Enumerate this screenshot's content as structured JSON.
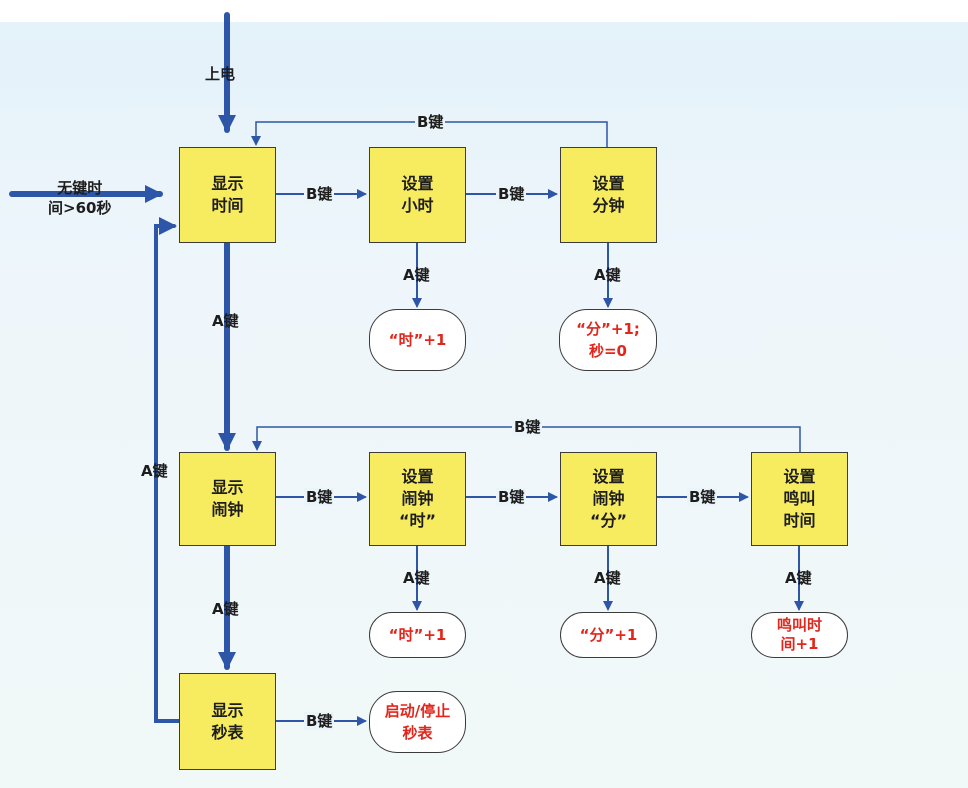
{
  "boxes": {
    "display_time": [
      "显示",
      "时间"
    ],
    "set_hour": [
      "设置",
      "小时"
    ],
    "set_minute": [
      "设置",
      "分钟"
    ],
    "display_alarm": [
      "显示",
      "闹钟"
    ],
    "set_alarm_hour": [
      "设置",
      "闹钟",
      "“时”"
    ],
    "set_alarm_minute": [
      "设置",
      "闹钟",
      "“分”"
    ],
    "set_ring_time": [
      "设置",
      "鸣叫",
      "时间"
    ],
    "display_stopwatch": [
      "显示",
      "秒表"
    ]
  },
  "results": {
    "hour_plus": [
      "“时”+1"
    ],
    "minute_plus": [
      "“分”+1;",
      "秒=0"
    ],
    "alarm_hour_plus": [
      "“时”+1"
    ],
    "alarm_minute_plus": [
      "“分”+1"
    ],
    "ring_plus": [
      "鸣叫时",
      "间+1"
    ],
    "stopwatch_toggle": [
      "启动/停止",
      "秒表"
    ]
  },
  "labels": {
    "power_on": "上电",
    "no_key_timeout": [
      "无键时",
      "间>60秒"
    ],
    "a_key": "A键",
    "b_key": "B键"
  },
  "colors": {
    "box_fill": "#f7ec5f",
    "arrow": "#2e56a8",
    "result_text": "#e2261c"
  }
}
